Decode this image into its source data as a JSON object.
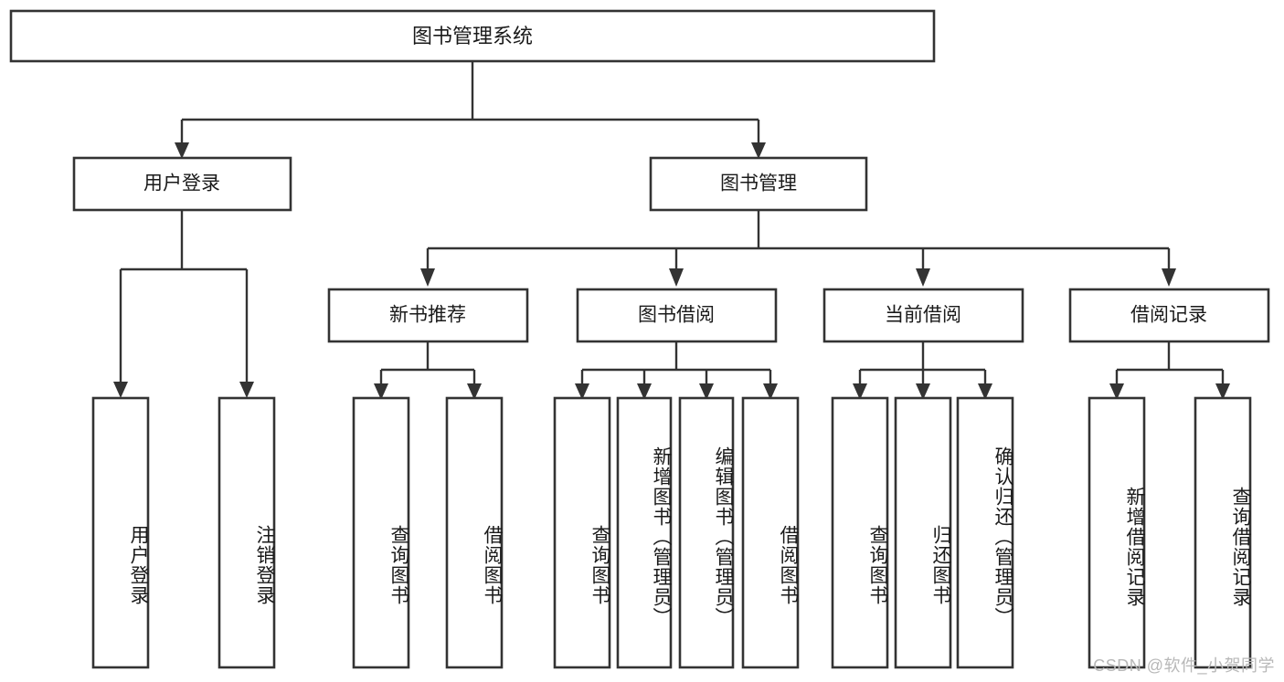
{
  "diagram": {
    "type": "hierarchy-tree",
    "title": "图书管理系统",
    "root": {
      "id": "root",
      "label": "图书管理系统",
      "orientation": "horizontal"
    },
    "level2": [
      {
        "id": "user-login",
        "label": "用户登录",
        "orientation": "horizontal"
      },
      {
        "id": "book-manage",
        "label": "图书管理",
        "orientation": "horizontal"
      }
    ],
    "level3": [
      {
        "id": "new-book-recommend",
        "label": "新书推荐",
        "orientation": "horizontal",
        "parent": "book-manage"
      },
      {
        "id": "book-borrow",
        "label": "图书借阅",
        "orientation": "horizontal",
        "parent": "book-manage"
      },
      {
        "id": "current-borrow",
        "label": "当前借阅",
        "orientation": "horizontal",
        "parent": "book-manage"
      },
      {
        "id": "borrow-record",
        "label": "借阅记录",
        "orientation": "horizontal",
        "parent": "book-manage"
      }
    ],
    "leaves": [
      {
        "id": "leaf-user-login",
        "label": "用户登录",
        "orientation": "vertical",
        "parent": "user-login"
      },
      {
        "id": "leaf-user-logout",
        "label": "注销登录",
        "orientation": "vertical",
        "parent": "user-login"
      },
      {
        "id": "leaf-query-book-1",
        "label": "查询图书",
        "orientation": "vertical",
        "parent": "new-book-recommend"
      },
      {
        "id": "leaf-borrow-book-1",
        "label": "借阅图书",
        "orientation": "vertical",
        "parent": "new-book-recommend"
      },
      {
        "id": "leaf-query-book-2",
        "label": "查询图书",
        "orientation": "vertical",
        "parent": "book-borrow"
      },
      {
        "id": "leaf-add-book",
        "label": "新增图书（管理员）",
        "orientation": "vertical",
        "parent": "book-borrow"
      },
      {
        "id": "leaf-edit-book",
        "label": "编辑图书（管理员）",
        "orientation": "vertical",
        "parent": "book-borrow"
      },
      {
        "id": "leaf-borrow-book-2",
        "label": "借阅图书",
        "orientation": "vertical",
        "parent": "book-borrow"
      },
      {
        "id": "leaf-query-book-3",
        "label": "查询图书",
        "orientation": "vertical",
        "parent": "current-borrow"
      },
      {
        "id": "leaf-return-book",
        "label": "归还图书",
        "orientation": "vertical",
        "parent": "current-borrow"
      },
      {
        "id": "leaf-confirm-return",
        "label": "确认归还（管理员）",
        "orientation": "vertical",
        "parent": "current-borrow"
      },
      {
        "id": "leaf-add-record",
        "label": "新增借阅记录",
        "orientation": "vertical",
        "parent": "borrow-record"
      },
      {
        "id": "leaf-query-record",
        "label": "查询借阅记录",
        "orientation": "vertical",
        "parent": "borrow-record"
      }
    ]
  },
  "watermark": {
    "text": "CSDN @软件_小贺同学"
  },
  "colors": {
    "box_stroke": "#333333",
    "box_fill": "#ffffff",
    "connector": "#333333",
    "text": "#1a1a1a",
    "watermark": "#b8b8b8",
    "background": "#ffffff"
  }
}
